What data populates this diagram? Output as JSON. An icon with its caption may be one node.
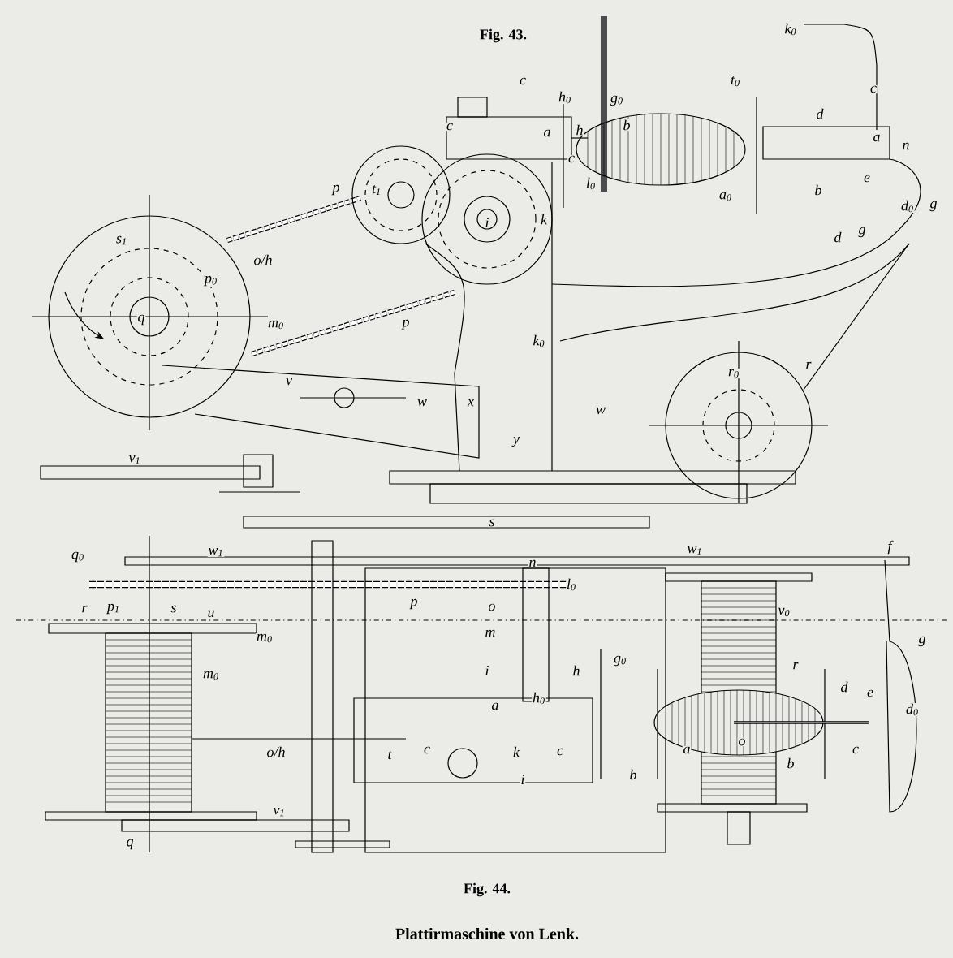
{
  "diagram": {
    "caption": "Plattirmaschine von Lenk.",
    "labels": [
      "Fig. 43.",
      "k$_{0}$",
      "c",
      "h$_{0}$",
      "g$_{0}$",
      "t$_{0}$",
      "c",
      "c",
      "a",
      "h",
      "b",
      "d",
      "a",
      "n",
      "p",
      "t$_{1}$",
      "c",
      "l$_{0}$",
      "a$_{0}$",
      "b",
      "e",
      "d$_{0}$",
      "g",
      "i",
      "k",
      "d",
      "g",
      "s$_{1}$",
      "o/h",
      "p$_{0}$",
      "q",
      "m$_{0}$",
      "p",
      "k$_{0}$",
      "r",
      "r$_{0}$",
      "v",
      "w",
      "x",
      "w",
      "y",
      "v$_{1}$",
      "s",
      "q$_{0}$",
      "w$_{1}$",
      "n",
      "w$_{1}$",
      "f",
      "l$_{0}$",
      "r",
      "p$_{1}$",
      "s",
      "u",
      "o",
      "p",
      "v$_{0}$",
      "m$_{0}$",
      "m",
      "g",
      "g$_{0}$",
      "i",
      "h",
      "r",
      "m$_{0}$",
      "d",
      "e",
      "a",
      "h$_{0}$",
      "d$_{0}$",
      "o",
      "a",
      "c",
      "o/h",
      "t",
      "c",
      "k",
      "c",
      "b",
      "b",
      "i",
      "v$_{1}$",
      "q",
      "Fig. 44."
    ]
  }
}
